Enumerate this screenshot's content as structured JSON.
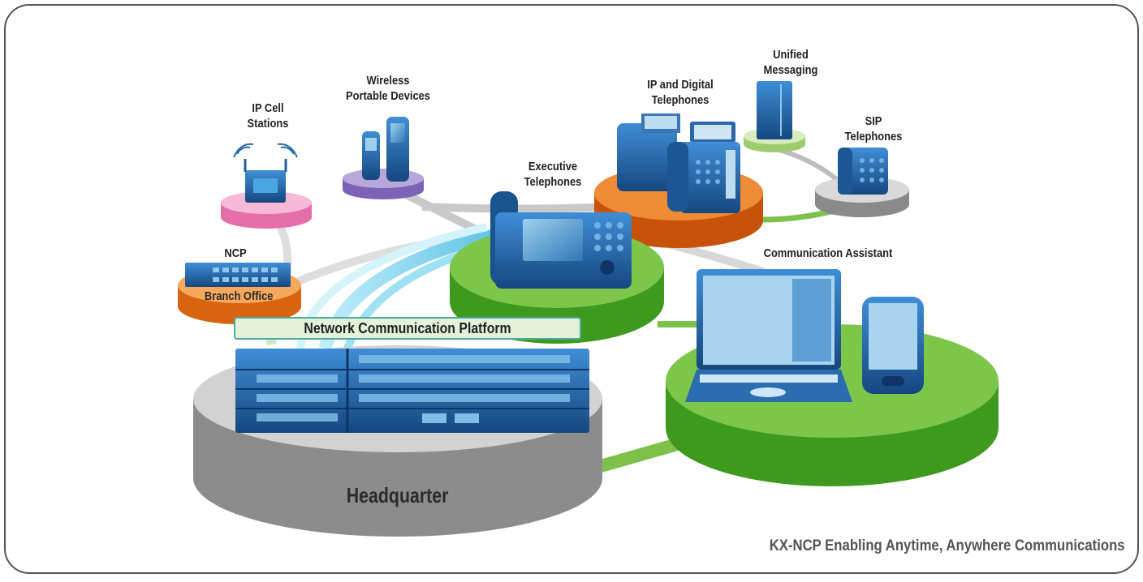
{
  "diagram": {
    "ip_cell": {
      "line1": "IP Cell",
      "line2": "Stations"
    },
    "wireless": {
      "line1": "Wireless",
      "line2": "Portable Devices"
    },
    "ip_digital": {
      "line1": "IP and Digital",
      "line2": "Telephones"
    },
    "unified": {
      "line1": "Unified",
      "line2": "Messaging"
    },
    "sip": {
      "line1": "SIP",
      "line2": "Telephones"
    },
    "executive": {
      "line1": "Executive",
      "line2": "Telephones"
    },
    "ncp_small": "NCP",
    "branch_office": "Branch Office",
    "comm_assistant": "Communication Assistant",
    "ncp_banner": "Network Communication Platform",
    "headquarter": "Headquarter",
    "tagline": "KX-NCP  Enabling Anytime, Anywhere Communications"
  },
  "colors": {
    "frame": "#555555",
    "pink_disc": "#f2a6cc",
    "purple_disc": "#a996cf",
    "orange_disc": "#ec7a22",
    "green_disc": "#5cb82e",
    "light_green_disc": "#c6e3a2",
    "grey_disc": "#bdbdbd",
    "hq_disc": "#c8c8c8",
    "device_blue": "#2a6db0",
    "cyan_link": "#7fd3ec"
  }
}
